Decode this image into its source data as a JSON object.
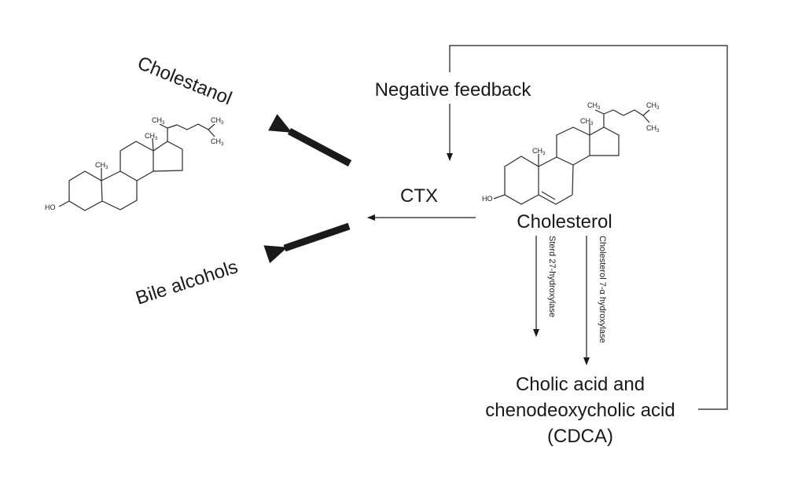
{
  "labels": {
    "cholestanol": "Cholestanol",
    "bile_alcohols": "Bile alcohols",
    "negative_feedback": "Negative feedback",
    "ctx": "CTX",
    "cholesterol": "Cholesterol",
    "product_line1": "Cholic acid and",
    "product_line2": "chenodeoxycholic acid",
    "product_line3": "(CDCA)"
  },
  "enzymes": {
    "left": "Sterd 27-hydroxylase",
    "right": "Cholesterol 7-α hydroxylase"
  },
  "chem": {
    "ho": "HO",
    "ch": "CH",
    "sub3": "3"
  },
  "colors": {
    "ink": "#1a1a1a",
    "background": "#ffffff"
  }
}
